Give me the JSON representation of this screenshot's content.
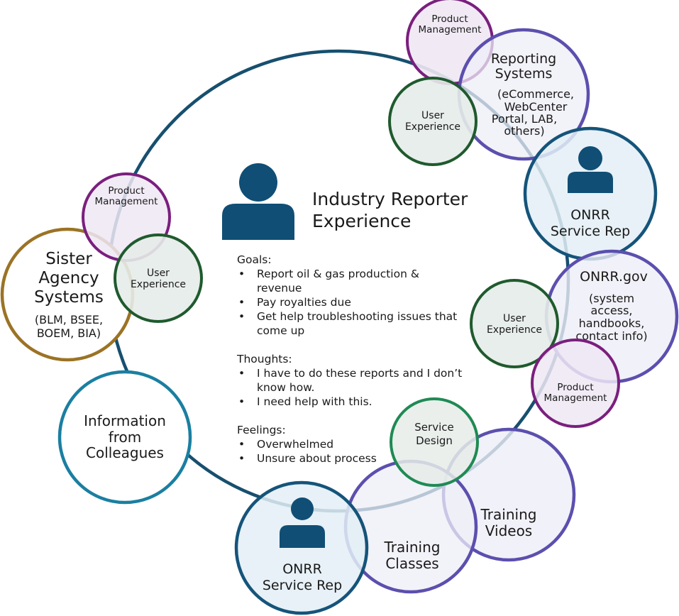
{
  "title": {
    "line1": "Industry Reporter",
    "line2": "Experience"
  },
  "goals": {
    "heading": "Goals:",
    "items": [
      "Report oil & gas production & revenue",
      "Pay royalties due",
      "Get help troubleshooting issues that come up"
    ]
  },
  "thoughts": {
    "heading": "Thoughts:",
    "items": [
      "I have to do these reports and I don’t know how.",
      "I need help with this."
    ]
  },
  "feelings": {
    "heading": "Feelings:",
    "items": [
      "Overwhelmed",
      "Unsure about process"
    ]
  },
  "nodes": {
    "pm_top": [
      "Product",
      "Management"
    ],
    "reporting": [
      "Reporting",
      "Systems",
      "(eCommerce,",
      "WebCenter",
      "Portal, LAB,",
      "others)"
    ],
    "ux_top": [
      "User",
      "Experience"
    ],
    "service_rep_top": [
      "ONRR",
      "Service Rep"
    ],
    "onrr_gov": [
      "ONRR.gov",
      "(system",
      "access,",
      "handbooks,",
      "contact info)"
    ],
    "ux_right": [
      "User",
      "Experience"
    ],
    "pm_right": [
      "Product",
      "Management"
    ],
    "pm_left": [
      "Product",
      "Management"
    ],
    "sister": [
      "Sister",
      "Agency",
      "Systems",
      "(BLM, BSEE,",
      "BOEM, BIA)"
    ],
    "ux_left": [
      "User",
      "Experience"
    ],
    "colleagues": [
      "Information",
      "from",
      "Colleagues"
    ],
    "service_design": [
      "Service",
      "Design"
    ],
    "training_videos": [
      "Training",
      "Videos"
    ],
    "training_classes": [
      "Training",
      "Classes"
    ],
    "service_rep_bottom": [
      "ONRR",
      "Service Rep"
    ]
  },
  "colors": {
    "ring": "#174f6f",
    "person": "#104e75",
    "purple_dark": "#7a1f7e",
    "purple_fill": "#efe8f4",
    "indigo": "#5b4fae",
    "indigo_fill": "#eeedf7",
    "green_dark": "#1f5a2e",
    "green_fill": "#e6ece9",
    "green_service": "#1f8a54",
    "navy": "#15547a",
    "navy_fill": "#e3eef6",
    "gold": "#9b7325",
    "teal": "#1a7fa1"
  }
}
